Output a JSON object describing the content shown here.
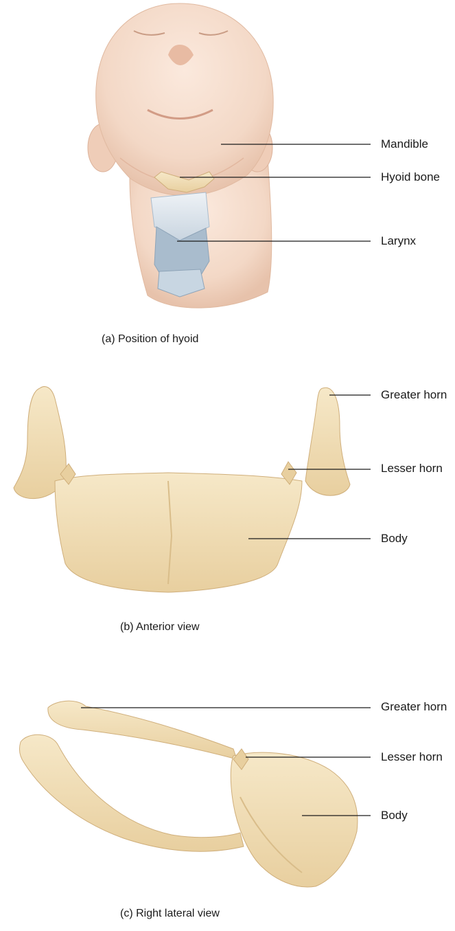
{
  "panels": [
    {
      "id": "a",
      "caption": "(a) Position of hyoid",
      "labels": [
        "Mandible",
        "Hyoid bone",
        "Larynx"
      ]
    },
    {
      "id": "b",
      "caption": "(b) Anterior view",
      "labels": [
        "Greater horn",
        "Lesser horn",
        "Body"
      ]
    },
    {
      "id": "c",
      "caption": "(c) Right lateral view",
      "labels": [
        "Greater horn",
        "Lesser horn",
        "Body"
      ]
    }
  ],
  "colors": {
    "skin": "#f3d8c6",
    "bone": "#f0dcb4",
    "bone_shadow": "#d9bd8a",
    "cartilage": "#a9bccd",
    "line": "#1a1a1a"
  }
}
